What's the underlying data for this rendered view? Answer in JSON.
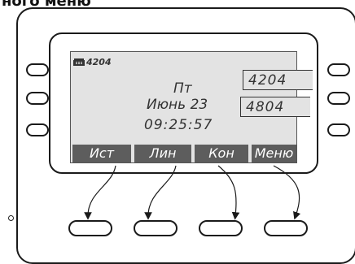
{
  "caption": "ного меню",
  "lcd": {
    "extension": "4204",
    "day": "Пт",
    "date": "Июнь 23",
    "time": "09:25:57",
    "lines": [
      {
        "number": "4204"
      },
      {
        "number": "4804"
      }
    ],
    "softkeys": [
      {
        "label": "Ист"
      },
      {
        "label": "Лин"
      },
      {
        "label": "Кон"
      },
      {
        "label": "Меню"
      }
    ]
  },
  "icons": {
    "phone": "phone-icon"
  },
  "colors": {
    "screen_background": "#e3e3e3",
    "softkey_background": "#5d5d5d",
    "screen_text": "#333333",
    "outline": "#1a1a1a"
  }
}
